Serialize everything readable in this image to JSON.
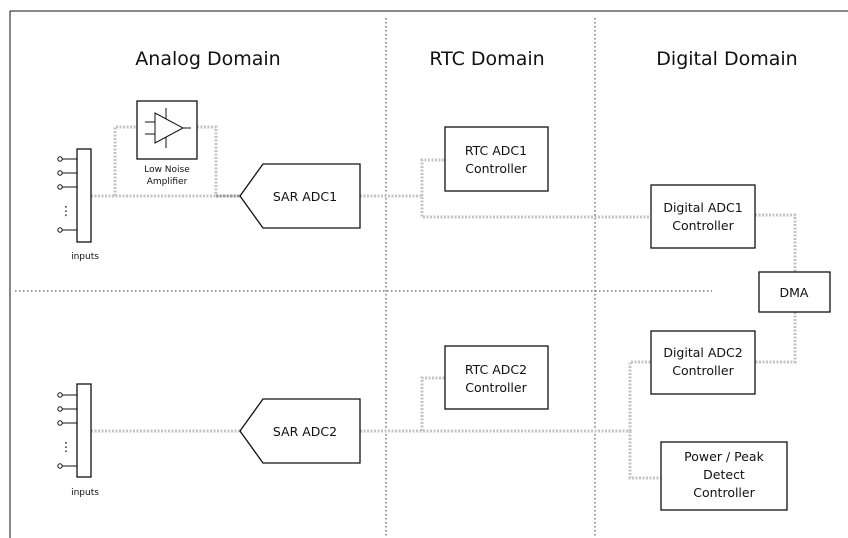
{
  "domains": {
    "analog": "Analog Domain",
    "rtc": "RTC Domain",
    "digital": "Digital Domain"
  },
  "amplifier": {
    "line1": "Low Noise",
    "line2": "Amplifier"
  },
  "inputs": {
    "label": "inputs",
    "ellipsis": "⋮"
  },
  "blocks": {
    "sar_adc1": "SAR ADC1",
    "sar_adc2": "SAR ADC2",
    "rtc_adc1": [
      "RTC ADC1",
      "Controller"
    ],
    "rtc_adc2": [
      "RTC ADC2",
      "Controller"
    ],
    "digital_adc1": [
      "Digital ADC1",
      "Controller"
    ],
    "digital_adc2": [
      "Digital ADC2",
      "Controller"
    ],
    "dma": "DMA",
    "power_peak": [
      "Power / Peak",
      "Detect",
      "Controller"
    ]
  }
}
